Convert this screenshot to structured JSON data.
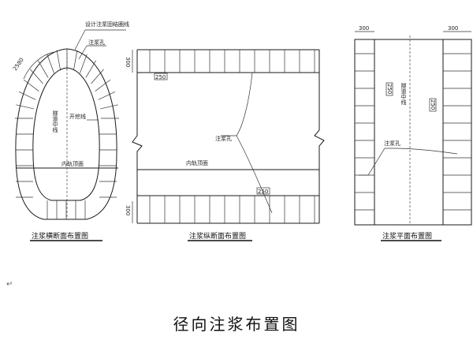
{
  "labels": {
    "design_contour": "设计注浆固结圈线",
    "grout_hole": "注浆孔",
    "excavation_line": "开挖线",
    "rail_top": "内轨顶面",
    "tunnel_center": "隧道中线",
    "dim_300": "300",
    "dim_250": "250",
    "arc_2580": "2580"
  },
  "captions": {
    "cross_section": "注浆横断面布置图",
    "longitudinal": "注浆纵断面布置图",
    "plan": "注浆平面布置图"
  },
  "title": "径向注浆布置图",
  "para_mark": "↵"
}
